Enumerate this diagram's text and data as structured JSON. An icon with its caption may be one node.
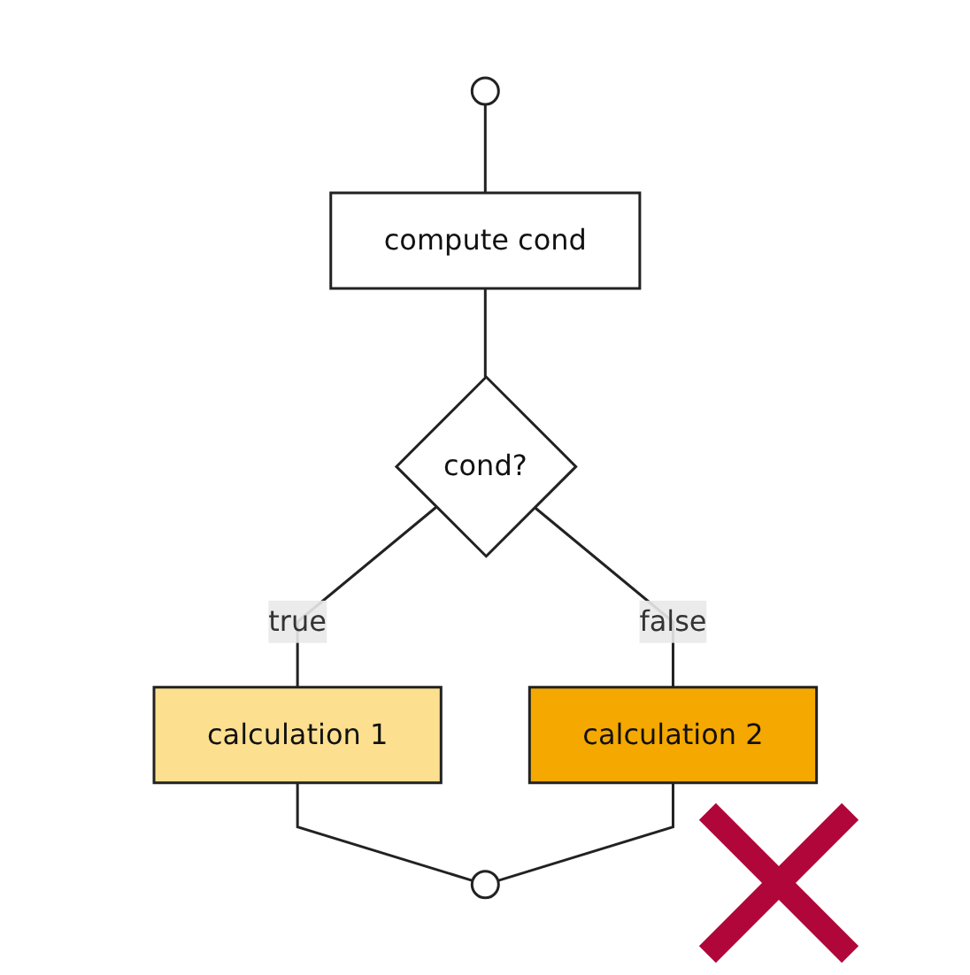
{
  "diagram": {
    "nodes": [
      {
        "text": [],
        "shape": "circle"
      },
      {
        "text": [
          "compute cond"
        ]
      },
      {
        "text": [
          "cond?"
        ]
      },
      {
        "text": [
          "calculation 1"
        ]
      },
      {
        "text": [
          "calculation 2"
        ]
      },
      {
        "text": [],
        "shape": "circle"
      }
    ],
    "edges": [
      {
        "from": 0,
        "to": 1,
        "arrow": "none"
      },
      {
        "from": 1,
        "to": 2,
        "arrow": "none"
      },
      {
        "from": 2,
        "to": 3,
        "arrow": "none",
        "label": "true"
      },
      {
        "from": 2,
        "to": 4,
        "arrow": "none",
        "label": "false"
      },
      {
        "from": 3,
        "to": 5,
        "arrow": "none"
      },
      {
        "from": 4,
        "to": 5,
        "arrow": "none"
      }
    ]
  }
}
